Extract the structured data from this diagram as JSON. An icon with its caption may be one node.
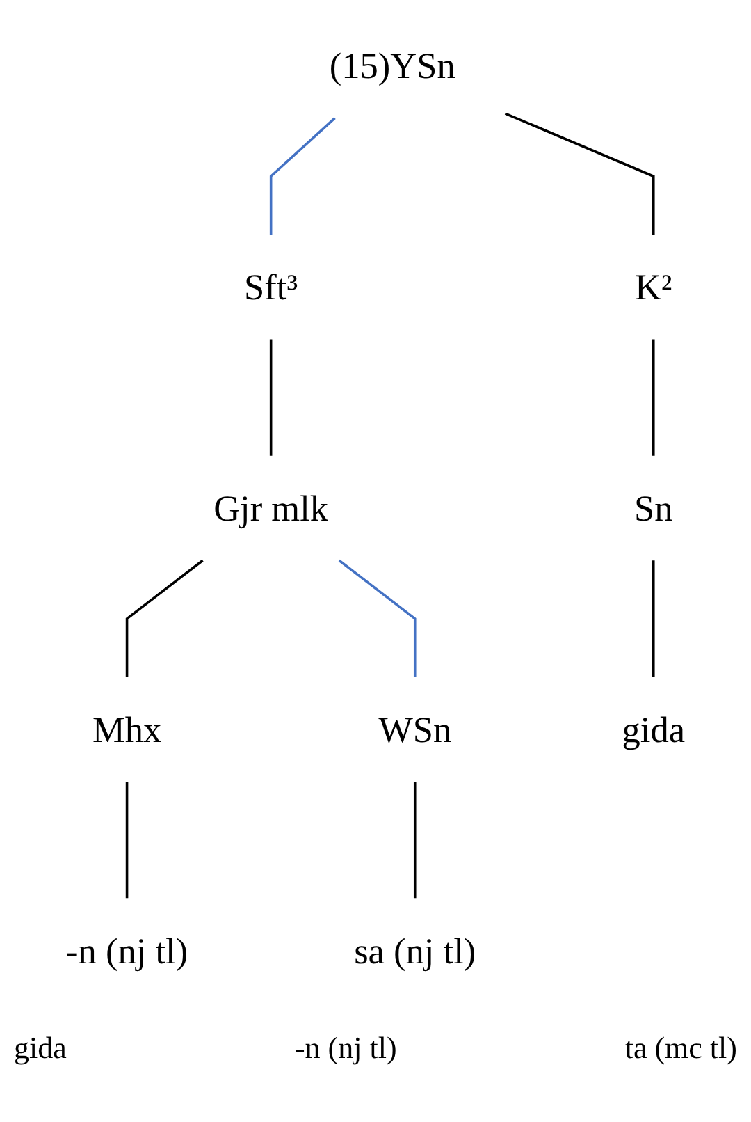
{
  "diagram": {
    "nodes": [
      {
        "text": [
          "(15)YSn"
        ]
      },
      {
        "text": [
          "K²"
        ]
      },
      {
        "text": [
          "Sft³"
        ]
      },
      {
        "text": [
          "Sn"
        ]
      },
      {
        "text": [
          "Gjr mlk"
        ]
      },
      {
        "text": [
          "Mhx"
        ]
      },
      {
        "text": [
          "WSn"
        ]
      },
      {
        "text": [
          "gida"
        ]
      },
      {
        "text": [
          "-n (nj tl)"
        ]
      },
      {
        "text": [
          "sa (nj tl)"
        ]
      }
    ],
    "edges": [
      {
        "from": 0,
        "to": 1,
        "arrow": "none"
      },
      {
        "from": 0,
        "to": 2,
        "arrow": "none",
        "color": "#4472c4"
      },
      {
        "from": 1,
        "to": 3,
        "arrow": "none"
      },
      {
        "from": 2,
        "to": 4,
        "arrow": "none"
      },
      {
        "from": 4,
        "to": 5,
        "arrow": "none"
      },
      {
        "from": 4,
        "to": 6,
        "arrow": "none",
        "color": "#4472c4"
      },
      {
        "from": 3,
        "to": 7,
        "arrow": "none"
      },
      {
        "from": 5,
        "to": 8,
        "arrow": "none"
      },
      {
        "from": 6,
        "to": 9,
        "arrow": "none"
      }
    ],
    "labels": [
      "gida",
      "-n (nj tl)",
      "ta (mc tl)"
    ]
  }
}
